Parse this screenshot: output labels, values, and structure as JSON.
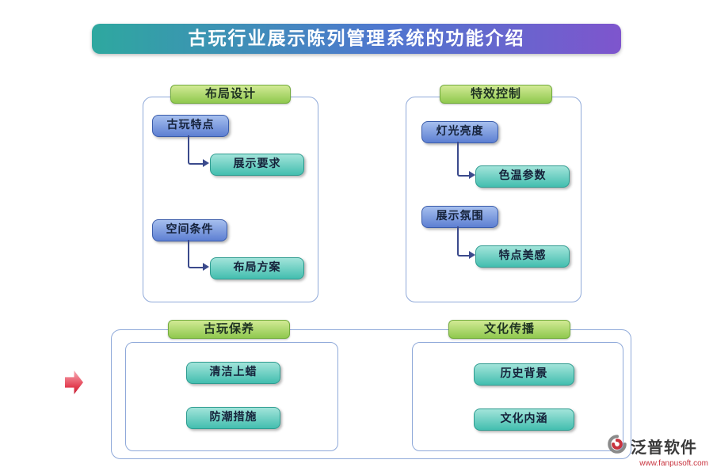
{
  "title": "古玩行业展示陈列管理系统的功能介绍",
  "panels": [
    {
      "header": "布局设计",
      "flows": [
        {
          "source": "古玩特点",
          "target": "展示要求"
        },
        {
          "source": "空间条件",
          "target": "布局方案"
        }
      ]
    },
    {
      "header": "特效控制",
      "flows": [
        {
          "source": "灯光亮度",
          "target": "色温参数"
        },
        {
          "source": "展示氛围",
          "target": "特点美感"
        }
      ]
    }
  ],
  "bottom": {
    "sections": [
      {
        "header": "古玩保养",
        "items": [
          "清洁上蜡",
          "防潮措施"
        ]
      },
      {
        "header": "文化传播",
        "items": [
          "历史背景",
          "文化内涵"
        ]
      }
    ]
  },
  "watermark": "泛普软件",
  "logo": {
    "name": "泛普软件",
    "url": "www.fanpusoft.com"
  },
  "colors": {
    "title_gradient_start": "#2ea89f",
    "title_gradient_end": "#7e55cd",
    "tab_green": "#8fc84e",
    "node_blue": "#5d7fd2",
    "node_teal": "#43beaf",
    "connector": "#3b4a8c",
    "panel_border": "#8fa9d9",
    "arrow_red": "#e23b4e",
    "logo_red": "#c8333e"
  }
}
